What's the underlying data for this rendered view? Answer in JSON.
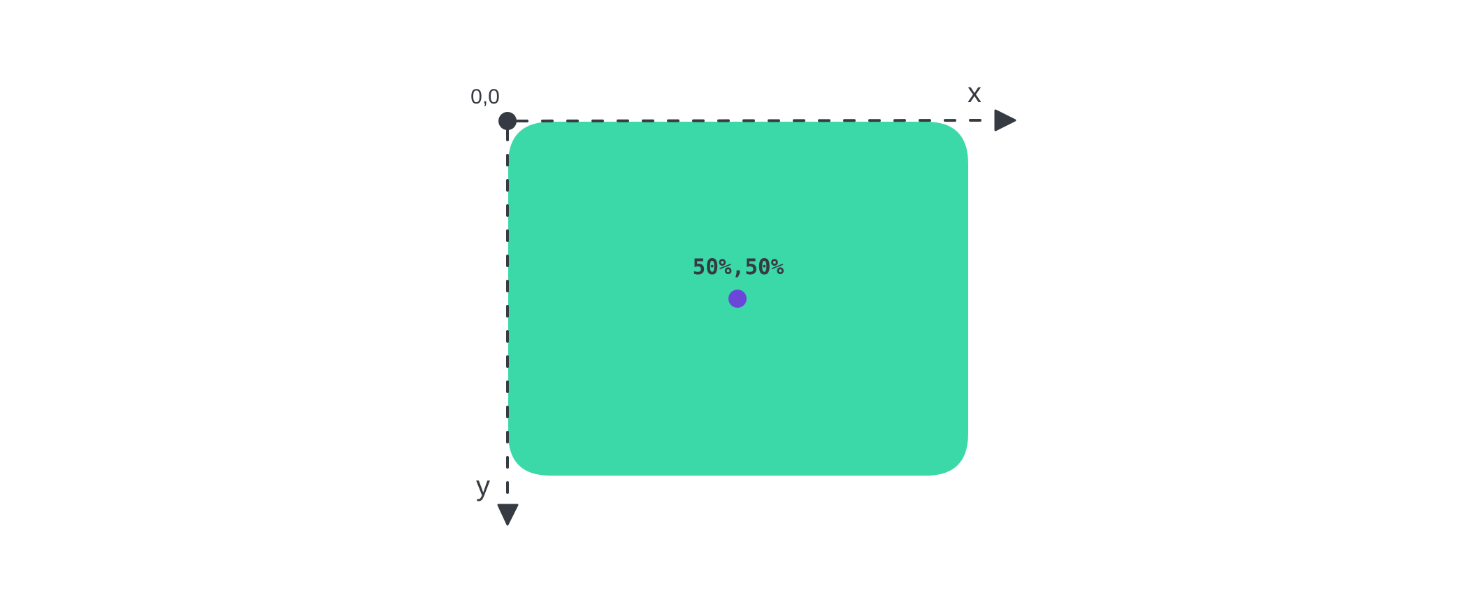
{
  "diagram": {
    "origin_label": "0,0",
    "x_axis_label": "x",
    "y_axis_label": "y",
    "center_label": "50%,50%"
  },
  "colors": {
    "box_fill": "#3ad9a7",
    "axis": "#363b43",
    "center_dot": "#6b46d9",
    "text": "#363b43",
    "background": "#ffffff"
  }
}
